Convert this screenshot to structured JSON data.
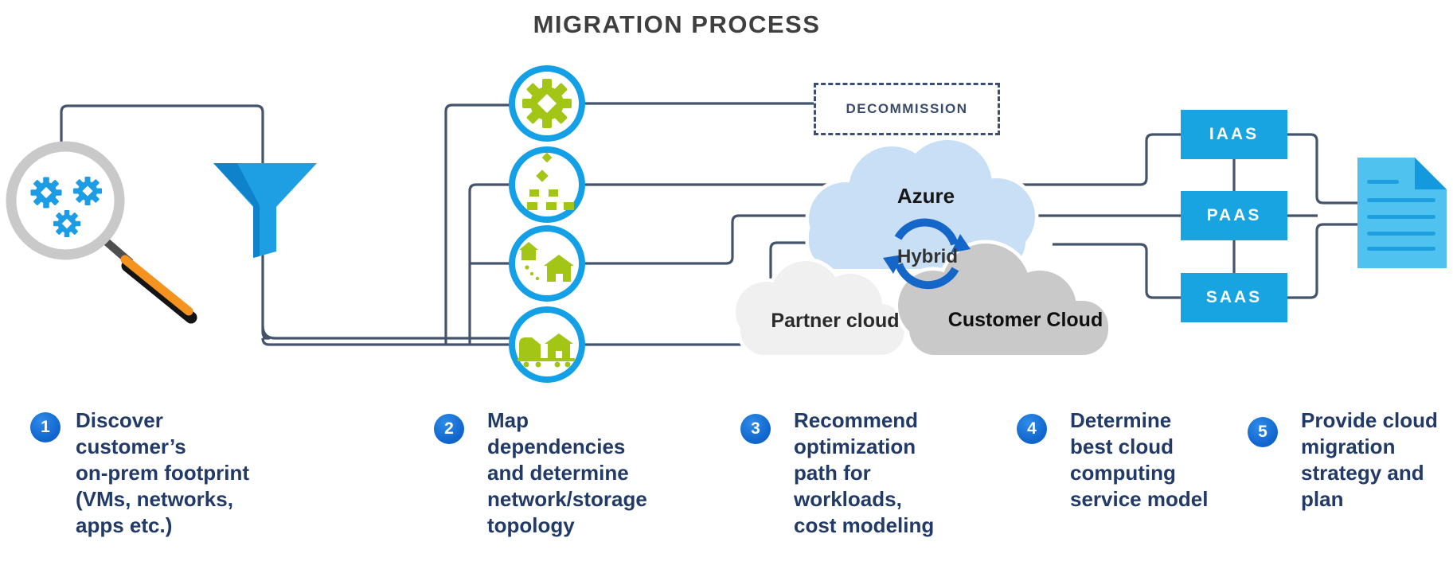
{
  "title": "MIGRATION PROCESS",
  "colors": {
    "connector": "#44546A",
    "circle_ring_blue": "#14A0E6",
    "icon_green": "#A2C516",
    "service_box_blue": "#18A3E1",
    "step_badge_blue": "#1268CF",
    "step_text_navy": "#223A67",
    "azure_cloud_fill": "#C8DFF5",
    "partner_cloud_fill": "#F0F0F0",
    "customer_cloud_fill": "#C9C9C9",
    "document_blue": "#4FC2F0",
    "handle_orange": "#F6921E"
  },
  "diagram": {
    "decommission_label": "DECOMMISSION",
    "clouds": {
      "azure": "Azure",
      "hybrid": "Hybrid",
      "partner": "Partner cloud",
      "customer": "Customer Cloud"
    },
    "service_boxes": [
      "IAAS",
      "PAAS",
      "SAAS"
    ]
  },
  "steps": [
    {
      "number": "1",
      "text": "Discover customer’s\non-prem footprint\n(VMs,  networks,\napps etc.)"
    },
    {
      "number": "2",
      "text": "Map\ndependencies\nand determine\nnetwork/storage\ntopology"
    },
    {
      "number": "3",
      "text": "Recommend\noptimization\npath  for\nworkloads,\ncost modeling"
    },
    {
      "number": "4",
      "text": "Determine\nbest  cloud\ncomputing\nservice model"
    },
    {
      "number": "5",
      "text": "Provide cloud\nmigration\nstrategy  and\nplan"
    }
  ]
}
